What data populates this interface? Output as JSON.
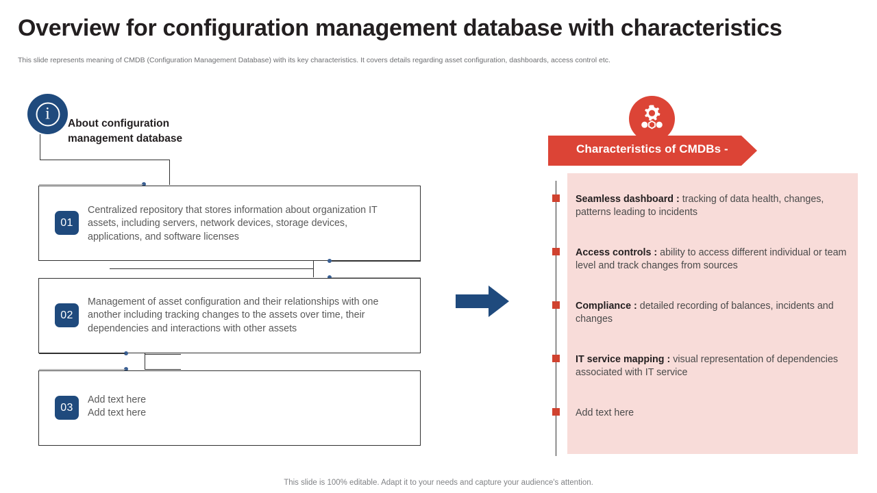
{
  "slide": {
    "title": "Overview for configuration management database with characteristics",
    "subtitle": "This slide represents meaning of CMDB (Configuration Management Database) with its key characteristics. It covers details regarding asset configuration, dashboards, access control etc.",
    "footer": "This slide is 100% editable. Adapt it to your needs and capture your audience's attention."
  },
  "left": {
    "info_icon": "info-icon",
    "info_glyph": "i",
    "heading": "About configuration management database",
    "items": [
      {
        "number": "01",
        "text": "Centralized repository that stores information about organization IT assets, including servers, network devices, storage devices, applications, and software licenses"
      },
      {
        "number": "02",
        "text": "Management of asset configuration and their relationships with one another including tracking changes to the assets over time, their dependencies and interactions with other assets"
      },
      {
        "number": "03",
        "line1": "Add text here",
        "line2": "Add text here"
      }
    ]
  },
  "middle": {
    "arrow_icon": "right-arrow-icon"
  },
  "right": {
    "gear_icon": "gear-icon",
    "banner_label": "Characteristics of CMDBs -",
    "features": [
      {
        "term": "Seamless dashboard :",
        "desc": " tracking of data health, changes, patterns leading to incidents"
      },
      {
        "term": "Access controls :",
        "desc": " ability to access different individual or team level and track changes from sources"
      },
      {
        "term": "Compliance :",
        "desc": " detailed recording of balances, incidents and changes"
      },
      {
        "term": "IT service mapping :",
        "desc": " visual representation of dependencies associated with IT service"
      },
      {
        "term": "",
        "desc": "Add text here"
      }
    ]
  },
  "colors": {
    "navy": "#1f4a7d",
    "red": "#dc4436",
    "bullet_red": "#d0422f",
    "pink_panel": "#f8dcd9",
    "title": "#231f20",
    "body_text": "#595959",
    "line": "#2f2f2f",
    "dot": "#3a5f92"
  }
}
